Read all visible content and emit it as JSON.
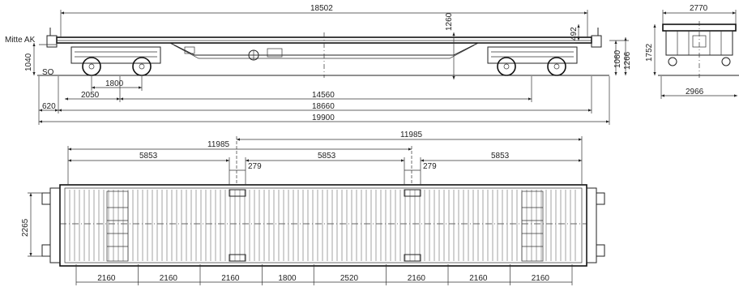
{
  "side_view": {
    "labels": {
      "mitte_ak": "Mitte AK",
      "so": "SO"
    },
    "dims": {
      "d18502": "18502",
      "d1260": "1260",
      "d492": "492",
      "d1040": "1040",
      "d1800": "1800",
      "d2050": "2050",
      "d14560": "14560",
      "d620": "620",
      "d18660": "18660",
      "d19900": "19900",
      "d1060": "1060",
      "d1266": "1266"
    }
  },
  "end_view": {
    "dims": {
      "d2770": "2770",
      "d1752": "1752",
      "d2966": "2966"
    }
  },
  "top_view": {
    "dims": {
      "d11985_left": "11985",
      "d11985_right": "11985",
      "d5853_a": "5853",
      "d5853_b": "5853",
      "d5853_c": "5853",
      "d279_a": "279",
      "d279_b": "279",
      "d2265": "2265"
    },
    "bottom_dims": [
      "2160",
      "2160",
      "2160",
      "1800",
      "2520",
      "2160",
      "2160",
      "2160"
    ]
  }
}
